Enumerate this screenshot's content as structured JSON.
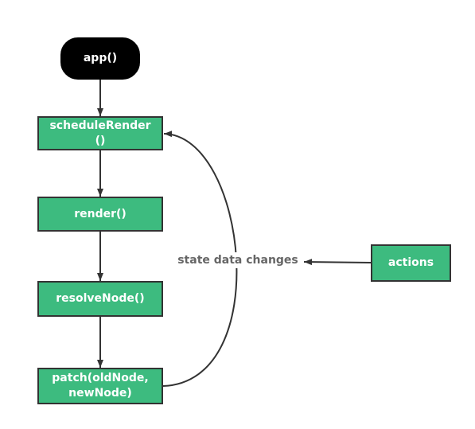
{
  "colors": {
    "node_fill": "#3dbb7f",
    "node_border": "#333333",
    "start_fill": "#000000",
    "label_text": "#666666",
    "connector": "#333333"
  },
  "nodes": {
    "app": "app()",
    "schedule_render_line1": "scheduleRender",
    "schedule_render_line2": "()",
    "render": "render()",
    "resolve_node": "resolveNode()",
    "patch_line1": "patch(oldNode,",
    "patch_line2": "newNode)",
    "actions": "actions"
  },
  "edge_labels": {
    "state_change": "state data changes"
  }
}
